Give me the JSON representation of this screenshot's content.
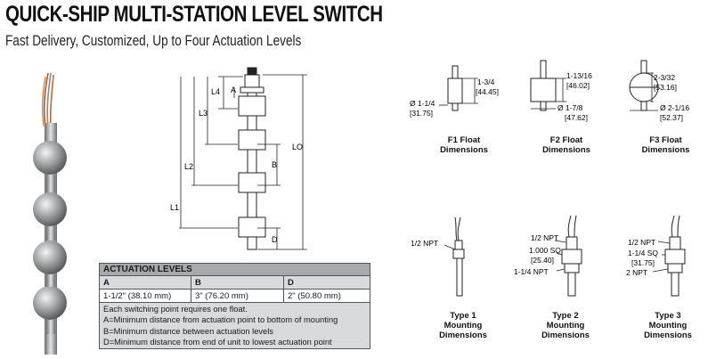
{
  "header": {
    "title": "QUICK-SHIP MULTI-STATION LEVEL SWITCH",
    "subtitle": "Fast Delivery, Customized, Up to Four Actuation Levels"
  },
  "switch_diagram": {
    "labels": {
      "l4": "L4",
      "a": "A",
      "l3": "L3",
      "l2": "L2",
      "b": "B",
      "l1": "L1",
      "lo": "LO",
      "d": "D"
    }
  },
  "table": {
    "title": "ACTUATION LEVELS",
    "columns": [
      "A",
      "B",
      "D"
    ],
    "values": [
      "1-1/2\" (38.10 mm)",
      "3\" (76.20 mm)",
      "2\" (50.80 mm)"
    ],
    "notes": [
      "Each switching point requires one float.",
      "A=Minimum distance from actuation point to bottom of mounting",
      "B=Minimum distance between actuation levels",
      "D=Minimum distance from end of unit to lowest actuation point"
    ]
  },
  "floats": {
    "f1": {
      "height": "1-3/4",
      "height_mm": "[44.45]",
      "dia": "Ø 1-1/4",
      "dia_mm": "[31.75]",
      "caption": [
        "F1 Float",
        "Dimensions"
      ]
    },
    "f2": {
      "height": "1-13/16",
      "height_mm": "[46.02]",
      "dia": "Ø 1-7/8",
      "dia_mm": "[47.62]",
      "caption": [
        "F2 Float",
        "Dimensions"
      ]
    },
    "f3": {
      "height": "2-3/32",
      "height_mm": "[53.16]",
      "dia": "Ø 2-1/16",
      "dia_mm": "[52.37]",
      "caption": [
        "F3 Float",
        "Dimensions"
      ]
    }
  },
  "mountings": {
    "type1": {
      "npt": "1/2 NPT",
      "caption": [
        "Type 1",
        "Mounting",
        "Dimensions"
      ]
    },
    "type2": {
      "npt": "1/2 NPT",
      "sq": "1.000 SQ",
      "sq_mm": "[25.40]",
      "npt2": "1-1/4 NPT",
      "caption": [
        "Type 2",
        "Mounting",
        "Dimensions"
      ]
    },
    "type3": {
      "npt": "1/2 NPT",
      "sq": "1-1/4 SQ",
      "sq_mm": "[31.75]",
      "npt2": "2 NPT",
      "caption": [
        "Type 3",
        "Mounting",
        "Dimensions"
      ]
    }
  }
}
